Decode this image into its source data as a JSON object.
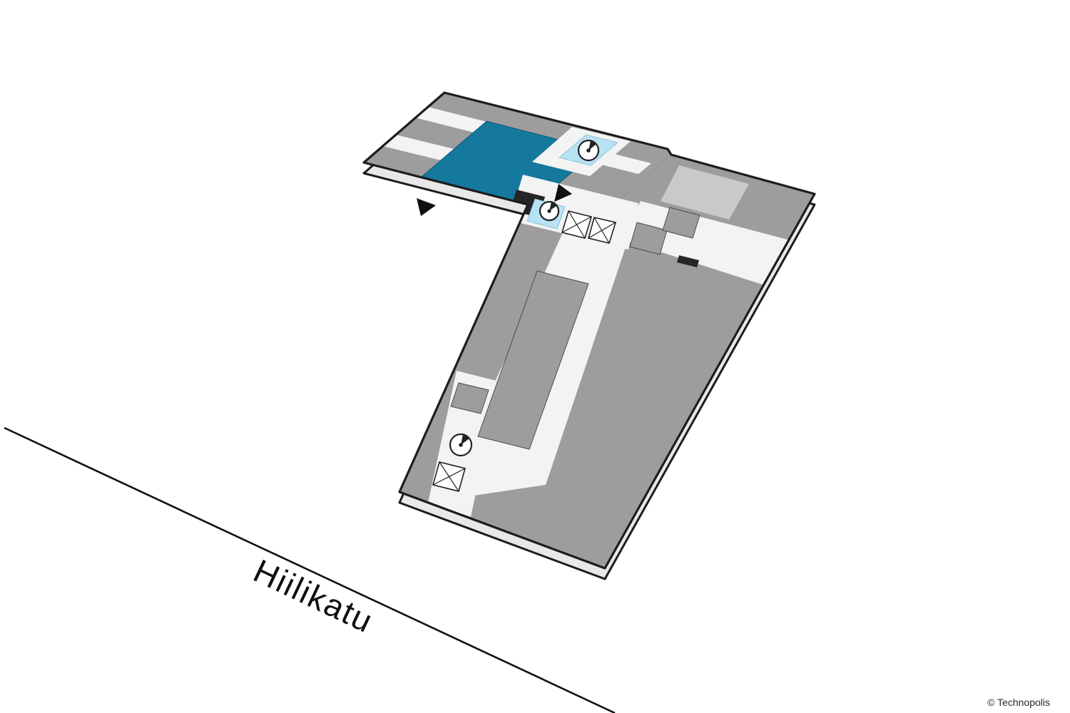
{
  "map": {
    "street": {
      "label": "Hiilikatu"
    },
    "copyright": "© Technopolis",
    "palette": {
      "highlight": "#15799e",
      "room": "#9d9d9d",
      "room-light": "#c9c9c9",
      "corridor": "#f3f3f3",
      "lobby": "#b7e2f3",
      "outline": "#1d1d1d",
      "slab-side": "#e8e8e8",
      "entrance": "#262626",
      "street-line": "#111111"
    },
    "highlighted_unit": {
      "color": "#15799e",
      "selected": true
    },
    "icons": [
      {
        "name": "elevator-icon",
        "area": "north-wing-lobby"
      },
      {
        "name": "elevator-icon",
        "area": "entrance-hall"
      },
      {
        "name": "elevator-icon",
        "area": "south-corridor"
      },
      {
        "name": "stairs-icon",
        "area": "entrance-hall"
      },
      {
        "name": "stairs-icon",
        "area": "entrance-hall"
      },
      {
        "name": "stairs-icon",
        "area": "south-corridor"
      },
      {
        "name": "entrance-arrow-icon",
        "area": "west-entrance"
      },
      {
        "name": "entrance-arrow-icon",
        "area": "main-entrance"
      },
      {
        "name": "entrance-door-icon",
        "area": "main-entrance"
      },
      {
        "name": "door-icon",
        "area": "east-room"
      }
    ]
  }
}
